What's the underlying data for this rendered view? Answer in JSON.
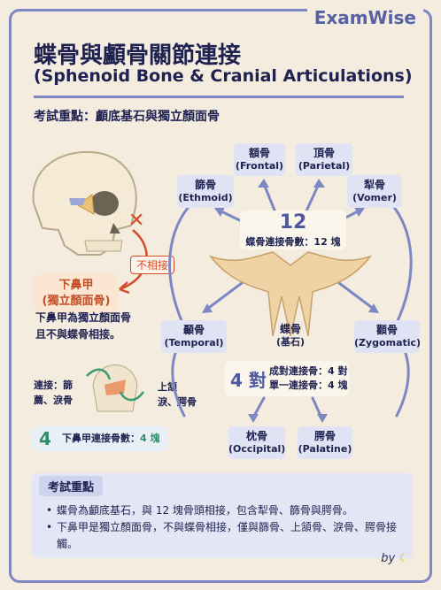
{
  "brand": "ExamWise",
  "title_zh": "蝶骨與顱骨關節連接",
  "title_en": "(Sphenoid Bone & Cranial Articulations)",
  "focus": "考試重點：顱底基石與獨立顏面骨",
  "no_joint": "不相接",
  "inferior_concha": {
    "zh": "下鼻甲",
    "sub": "(獨立顏面骨)"
  },
  "inferior_desc": [
    "下鼻甲為獨立顏面骨",
    "且不與蝶骨相接。"
  ],
  "conn_left": [
    "連接：篩",
    "薦、淚骨"
  ],
  "conn_right": [
    "上頷",
    "淚、腭骨"
  ],
  "concha_count": {
    "num": "4",
    "text": "下鼻甲連接骨數：",
    "value": "4 塊"
  },
  "bones": {
    "frontal": {
      "zh": "額骨",
      "en": "(Frontal)"
    },
    "parietal": {
      "zh": "頂骨",
      "en": "(Parietal)"
    },
    "ethmoid": {
      "zh": "篩骨",
      "en": "(Ethmoid)"
    },
    "vomer": {
      "zh": "犁骨",
      "en": "(Vomer)"
    },
    "temporal": {
      "zh": "顳骨",
      "en": "(Temporal)"
    },
    "zygomatic": {
      "zh": "顴骨",
      "en": "(Zygomatic)"
    },
    "occipital": {
      "zh": "枕骨",
      "en": "(Occipital)"
    },
    "palatine": {
      "zh": "腭骨",
      "en": "(Palatine)"
    },
    "sphenoid": {
      "zh": "蝶骨",
      "sub": "(基石)"
    }
  },
  "stat12": {
    "num": "12",
    "text": "蝶骨連接骨數：12 塊"
  },
  "stat4": {
    "num": "4 對",
    "line1": "成對連接骨：4 對",
    "line2": "單一連接骨：4 塊"
  },
  "key_points": {
    "title": "考試重點",
    "items": [
      "蝶骨為顱底基石，與 12 塊骨頭相接，包含犁骨、篩骨與腭骨。",
      "下鼻甲是獨立顏面骨，不與蝶骨相接，僅與篩骨、上頷骨、淚骨、腭骨接觸。"
    ]
  },
  "by": "by"
}
